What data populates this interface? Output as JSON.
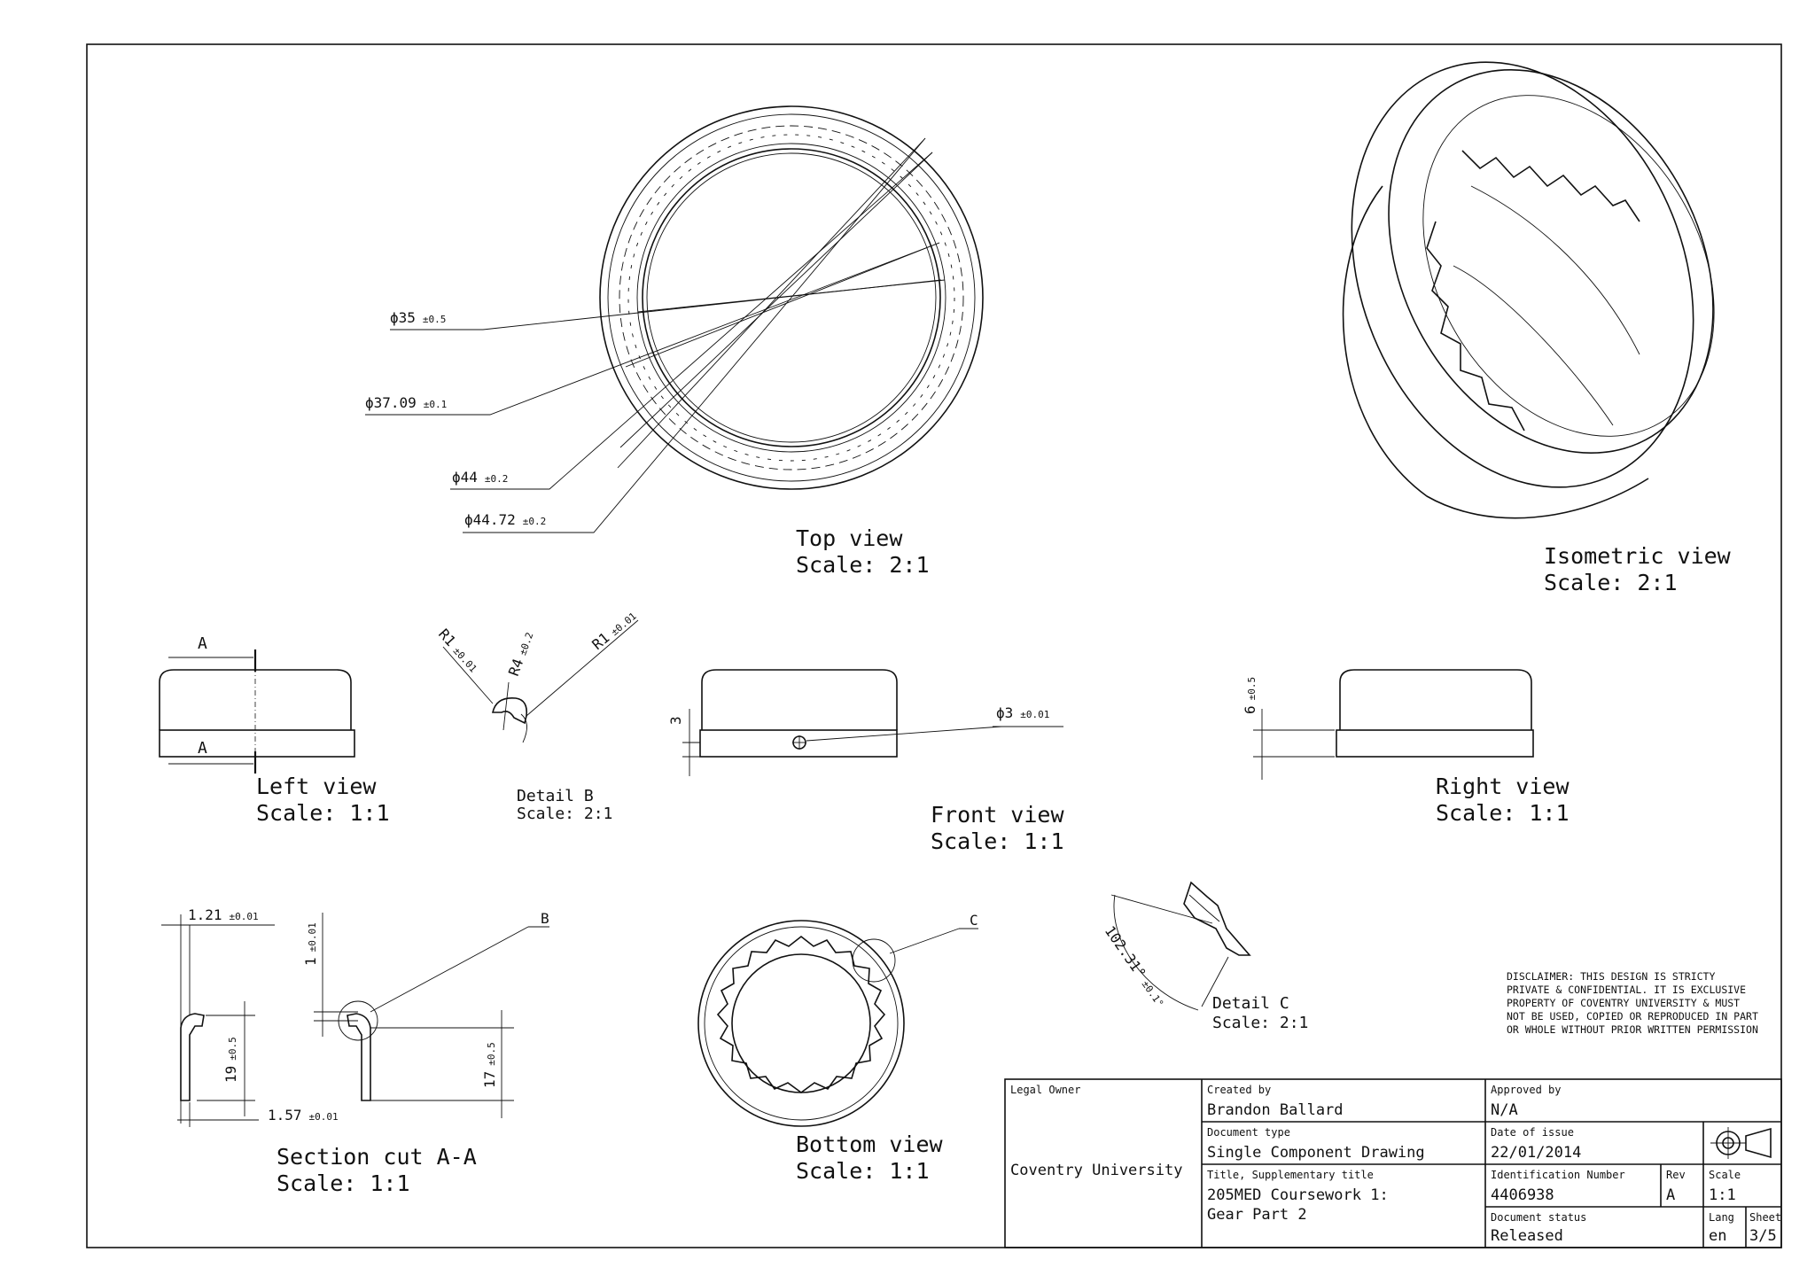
{
  "views": {
    "top": {
      "name": "Top view",
      "scale": "Scale:  2:1"
    },
    "isometric": {
      "name": "Isometric view",
      "scale": "Scale:  2:1"
    },
    "left": {
      "name": "Left view",
      "scale": "Scale:  1:1"
    },
    "detail_b": {
      "name": "Detail B",
      "scale": "Scale:  2:1"
    },
    "front": {
      "name": "Front view",
      "scale": "Scale:  1:1"
    },
    "right": {
      "name": "Right view",
      "scale": "Scale:  1:1"
    },
    "section": {
      "name": "Section cut A-A",
      "scale": "Scale:  1:1"
    },
    "bottom": {
      "name": "Bottom view",
      "scale": "Scale:  1:1"
    },
    "detail_c": {
      "name": "Detail C",
      "scale": "Scale:  2:1"
    }
  },
  "dimensions": {
    "d35": {
      "value": "ϕ35",
      "tol": "±0.5"
    },
    "d3709": {
      "value": "ϕ37.09",
      "tol": "±0.1"
    },
    "d44": {
      "value": "ϕ44",
      "tol": "±0.2"
    },
    "d4472": {
      "value": "ϕ44.72",
      "tol": "±0.2"
    },
    "r1a": {
      "value": "R1",
      "tol": "±0.01"
    },
    "r4": {
      "value": "R4",
      "tol": "±0.2"
    },
    "r1b": {
      "value": "R1",
      "tol": "±0.01"
    },
    "hole": {
      "value": "ϕ3",
      "tol": "±0.01"
    },
    "three": {
      "value": "3"
    },
    "six": {
      "value": "6",
      "tol": "±0.5"
    },
    "w121": {
      "value": "1.21",
      "tol": "±0.01"
    },
    "h1": {
      "value": "1",
      "tol": "±0.01"
    },
    "h19": {
      "value": "19",
      "tol": "±0.5"
    },
    "w157": {
      "value": "1.57",
      "tol": "±0.01"
    },
    "h17": {
      "value": "17",
      "tol": "±0.5"
    },
    "angle": {
      "value": "102.31°",
      "tol": "±0.1°"
    }
  },
  "markers": {
    "section_a": "A",
    "detail_b": "B",
    "detail_c": "C"
  },
  "disclaimer": [
    "DISCLAIMER: THIS DESIGN IS STRICTY",
    "PRIVATE & CONFIDENTIAL. IT IS EXCLUSIVE",
    "PROPERTY OF COVENTRY UNIVERSITY & MUST",
    "NOT BE USED, COPIED OR REPRODUCED IN PART",
    "OR WHOLE WITHOUT PRIOR WRITTEN PERMISSION"
  ],
  "title_block": {
    "legal_owner_label": "Legal Owner",
    "legal_owner": "Coventry University",
    "created_by_label": "Created by",
    "created_by": "Brandon Ballard",
    "approved_by_label": "Approved by",
    "approved_by": "N/A",
    "doc_type_label": "Document type",
    "doc_type": "Single Component Drawing",
    "date_label": "Date of issue",
    "date": "22/01/2014",
    "title_label": "Title, Supplementary title",
    "title_line1": "205MED Coursework 1:",
    "title_line2": "Gear Part 2",
    "id_label": "Identification Number",
    "id": "4406938",
    "rev_label": "Rev",
    "rev": "A",
    "scale_label": "Scale",
    "scale": "1:1",
    "status_label": "Document status",
    "status": "Released",
    "lang_label": "Lang",
    "lang": "en",
    "sheet_label": "Sheet",
    "sheet": "3/5"
  }
}
